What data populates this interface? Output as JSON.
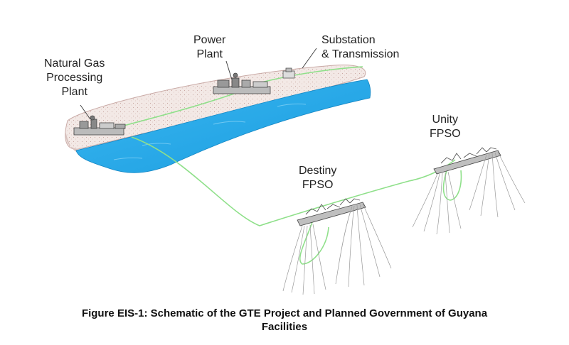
{
  "labels": {
    "power_plant": [
      "Power",
      "Plant"
    ],
    "processing_plant": [
      "Natural Gas",
      "Processing",
      "Plant"
    ],
    "substation": [
      "Substation",
      "& Transmission"
    ],
    "destiny": [
      "Destiny",
      "FPSO"
    ],
    "unity": [
      "Unity",
      "FPSO"
    ]
  },
  "caption": [
    "Figure EIS-1: Schematic of the GTE Project and Planned Government of Guyana",
    "Facilities"
  ],
  "colors": {
    "water": "#1ea6ea",
    "pipeline": "#8fe08a",
    "land": "#f1e6e2"
  }
}
